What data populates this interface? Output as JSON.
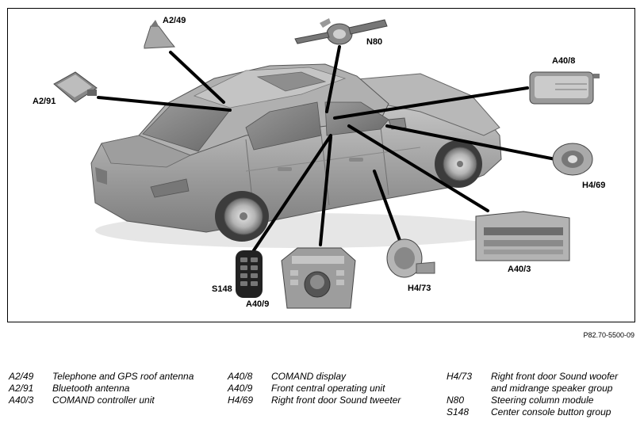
{
  "figure_ref": "P82.70-5500-09",
  "callouts": [
    {
      "id": "a2-49",
      "code": "A2/49"
    },
    {
      "id": "a2-91",
      "code": "A2/91"
    },
    {
      "id": "n80",
      "code": "N80"
    },
    {
      "id": "a40-8",
      "code": "A40/8"
    },
    {
      "id": "h4-69",
      "code": "H4/69"
    },
    {
      "id": "a40-3",
      "code": "A40/3"
    },
    {
      "id": "h4-73",
      "code": "H4/73"
    },
    {
      "id": "s148",
      "code": "S148"
    },
    {
      "id": "a40-9",
      "code": "A40/9"
    }
  ],
  "legend": {
    "col1": [
      {
        "code": "A2/49",
        "desc": "Telephone and GPS roof antenna"
      },
      {
        "code": "A2/91",
        "desc": "Bluetooth antenna"
      },
      {
        "code": "A40/3",
        "desc": "COMAND controller unit"
      }
    ],
    "col2": [
      {
        "code": "A40/8",
        "desc": "COMAND display"
      },
      {
        "code": "A40/9",
        "desc": "Front central operating unit"
      },
      {
        "code": "H4/69",
        "desc": "Right front door Sound tweeter"
      }
    ],
    "col3": [
      {
        "code": "H4/73",
        "desc": "Right front door Sound woofer"
      },
      {
        "code": "",
        "desc": "and midrange speaker group"
      },
      {
        "code": "N80",
        "desc": "Steering column module"
      },
      {
        "code": "S148",
        "desc": "Center console button group"
      }
    ]
  }
}
